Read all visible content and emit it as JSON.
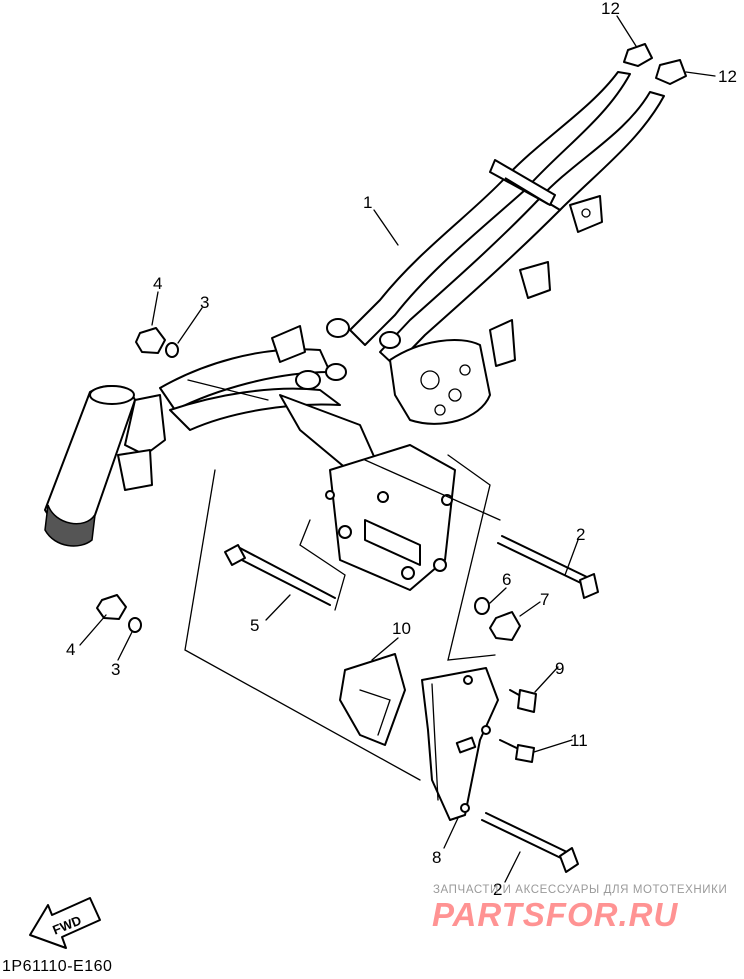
{
  "diagram": {
    "callouts": [
      "1",
      "2",
      "2",
      "3",
      "3",
      "4",
      "4",
      "5",
      "6",
      "7",
      "8",
      "9",
      "10",
      "11",
      "12",
      "12"
    ],
    "fwd_label": "FWD",
    "drawing_code": "1P61110-E160"
  },
  "watermark": {
    "tagline": "ЗАПЧАСТИ И АКСЕССУАРЫ ДЛЯ МОТОТЕХНИКИ",
    "logo": "PARTSFOR.RU",
    "logo_color": "#ff3c3c"
  }
}
